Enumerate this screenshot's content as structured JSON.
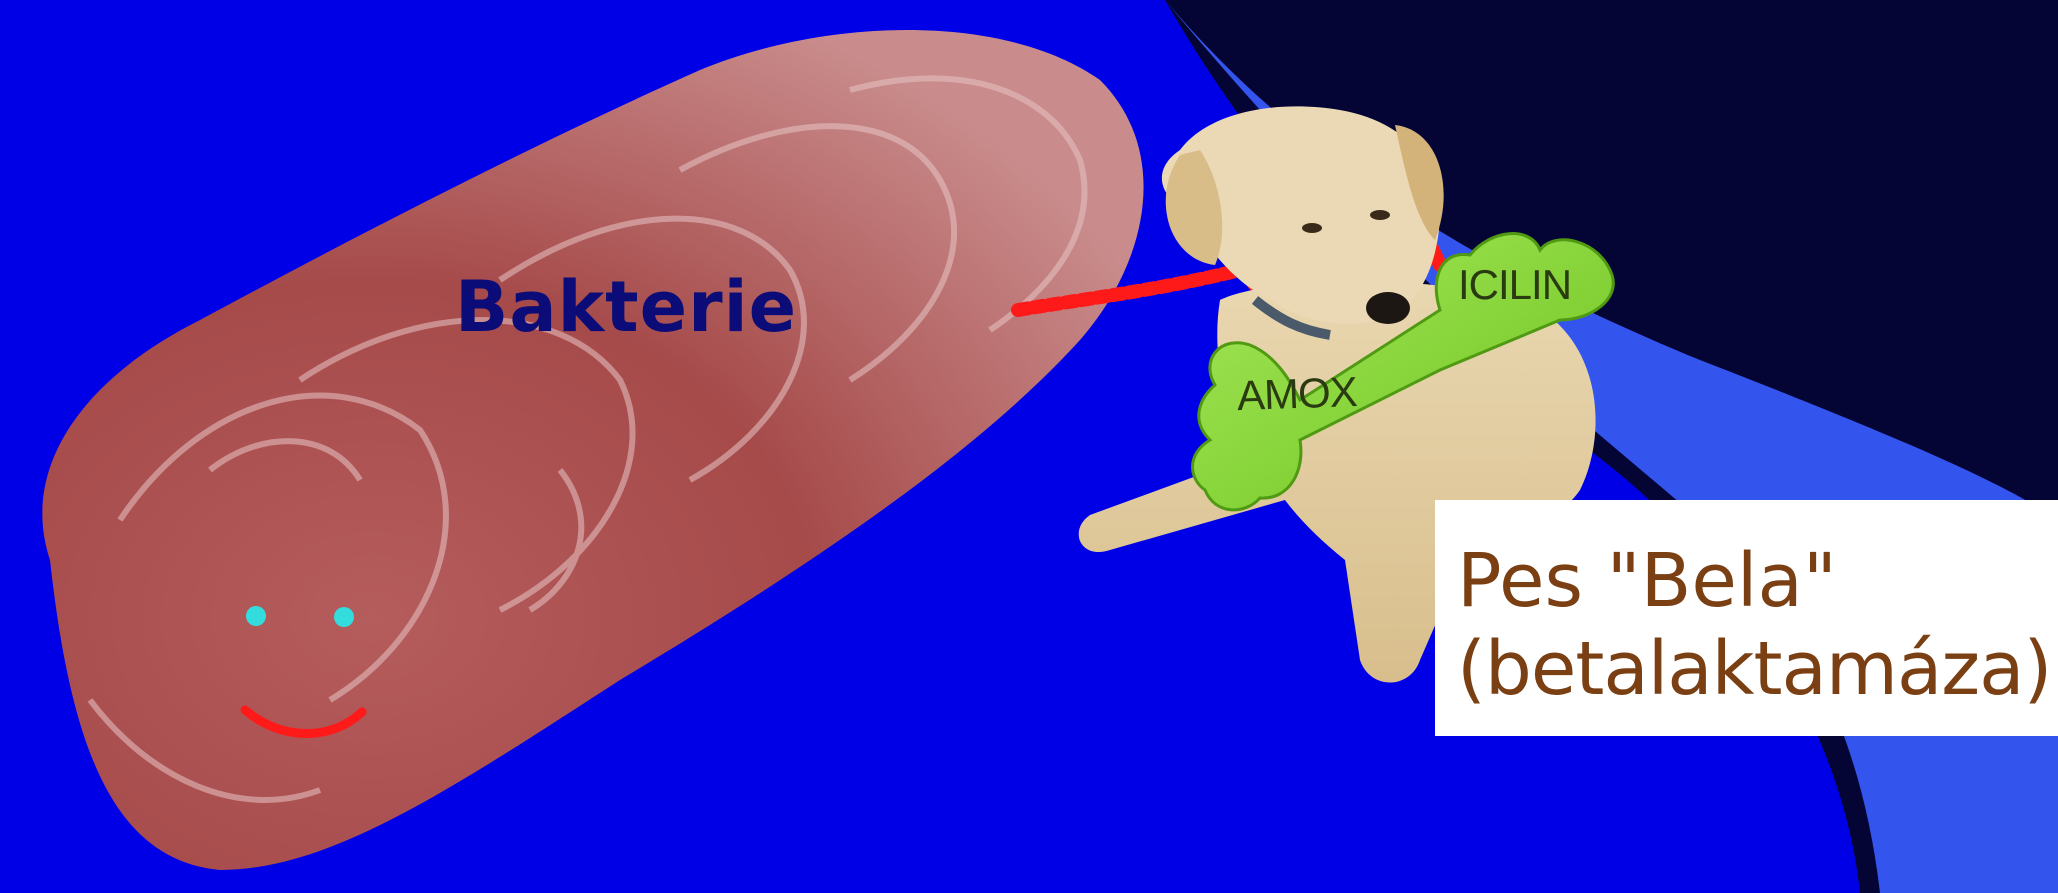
{
  "slide": {
    "background_color": "#0000e6",
    "accent_dark": "#050535",
    "accent_light": "#3355ee"
  },
  "bacterium": {
    "label": "Bakterie",
    "face": {
      "eyes_color": "#33dddd",
      "smile_color": "#ff1a1a"
    }
  },
  "dog": {
    "bone_left_label": "AMOX",
    "bone_right_label": "ICILIN",
    "leash_color": "#ff1a1a",
    "bone_color": "#7fd22a"
  },
  "caption": {
    "line1": "Pes \"Bela\"",
    "line2": "(betalaktamáza)"
  }
}
